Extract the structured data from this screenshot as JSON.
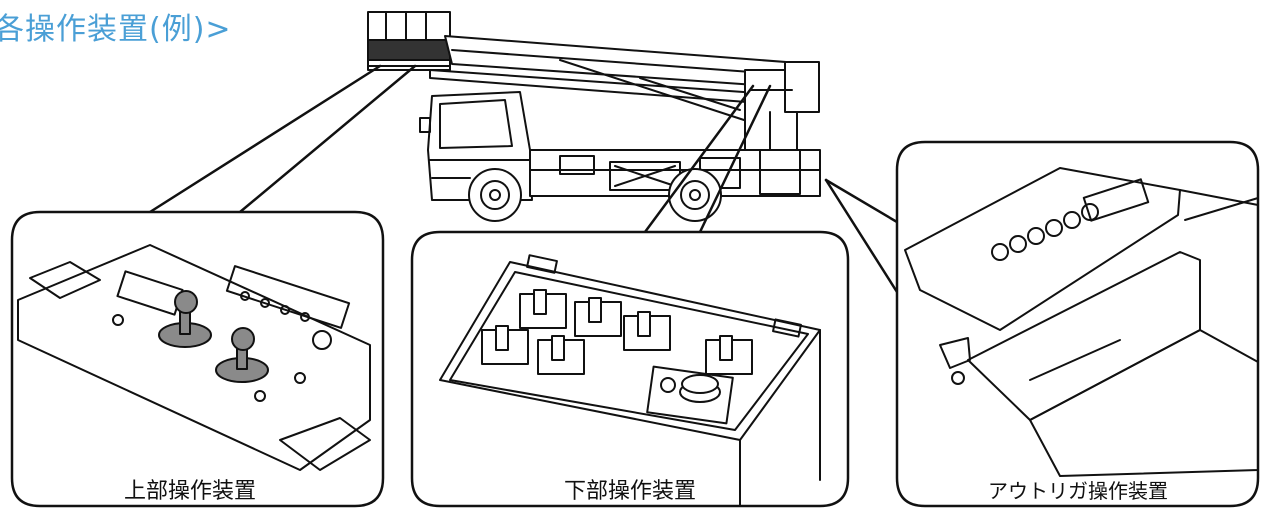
{
  "title": "各操作装置(例)>",
  "panels": {
    "upper": {
      "label": "上部操作装置"
    },
    "lower": {
      "label": "下部操作装置"
    },
    "outrigger": {
      "label": "アウトリガ操作装置"
    }
  },
  "colors": {
    "title": "#4a9fd6",
    "line": "#111111",
    "knob": "#8a8a8a"
  }
}
